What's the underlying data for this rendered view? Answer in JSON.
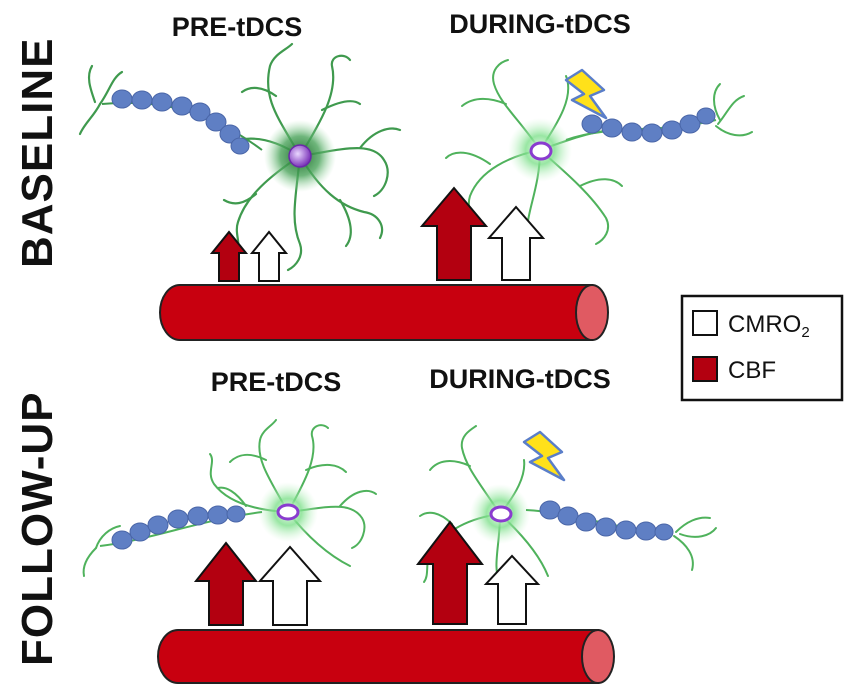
{
  "rows": [
    {
      "label": "BASELINE",
      "pre_title": "PRE-tDCS",
      "during_title": "DURING-tDCS"
    },
    {
      "label": "FOLLOW-UP",
      "pre_title": "PRE-tDCS",
      "during_title": "DURING-tDCS"
    }
  ],
  "legend": {
    "cmro2_main": "CMRO",
    "cmro2_sub": "2",
    "cbf": "CBF"
  },
  "colors": {
    "vessel": "#c8000f",
    "vessel_end": "#e05a62",
    "cbf_arrow": "#b30010",
    "cmro2_arrow": "#ffffff",
    "neuron": "#2e8b3e",
    "axon_bead": "#5f7fc4",
    "bolt": "#ffe11a"
  },
  "icons": {
    "stimulation": "lightning-bolt-icon",
    "cmro2": "white-square-icon",
    "cbf": "red-square-icon"
  }
}
